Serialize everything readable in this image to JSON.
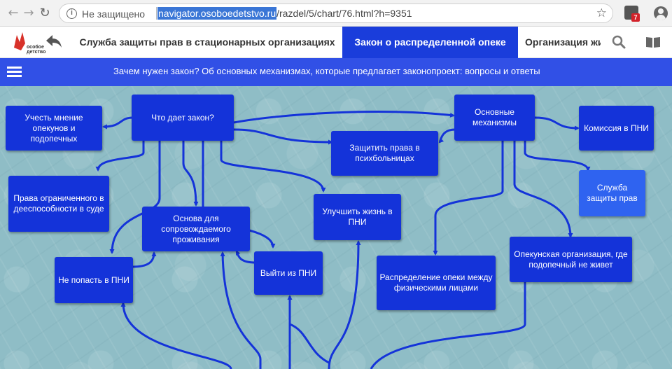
{
  "browser": {
    "security_label": "Не защищено",
    "url_host": "navigator.osoboedetstvo.ru",
    "url_path": "/razdel/5/chart/76.html?h=9351",
    "extension_badge": "7",
    "icons": [
      "back-arrow-icon",
      "forward-arrow-icon",
      "reload-icon",
      "info-icon",
      "star-icon",
      "extension-icon",
      "account-icon"
    ]
  },
  "site": {
    "logo_text_line1": "особое",
    "logo_text_line2": "детство",
    "tabs": [
      {
        "label": "Служба защиты прав в стационарных организациях",
        "active": false
      },
      {
        "label": "Закон о распределенной опеке",
        "active": true
      },
      {
        "label": "Организация жи",
        "active": false
      }
    ],
    "accent_color": "#1a3ddb",
    "subheader_color": "#3150e6",
    "subheader_title": "Зачем нужен закон? Об основных механизмах, которые предлагает законопроект: вопросы и ответы"
  },
  "diagram": {
    "node_color": "#1433d9",
    "nodes": {
      "what_law_gives": "Что дает закон?",
      "consider_opinion": "Учесть мнение опекунов и подопечных",
      "rights_in_court": "Права ограниченного в дееспособности в суде",
      "supported_living": "Основа для сопровождаемого проживания",
      "not_get_into_pni": "Не попасть в ПНИ",
      "leave_pni": "Выйти из ПНИ",
      "improve_life_pni": "Улучшить жизнь в ПНИ",
      "protect_rights_psych": "Защитить права в психбольницах",
      "main_mechanisms": "Основные механизмы",
      "commission_pni": "Комиссия в ПНИ",
      "protection_service": "Служба защиты прав",
      "distribution_guardianship": "Распределение опеки между физическими лицами",
      "guardian_org": "Опекунская организация, где подопечный не живет"
    }
  }
}
